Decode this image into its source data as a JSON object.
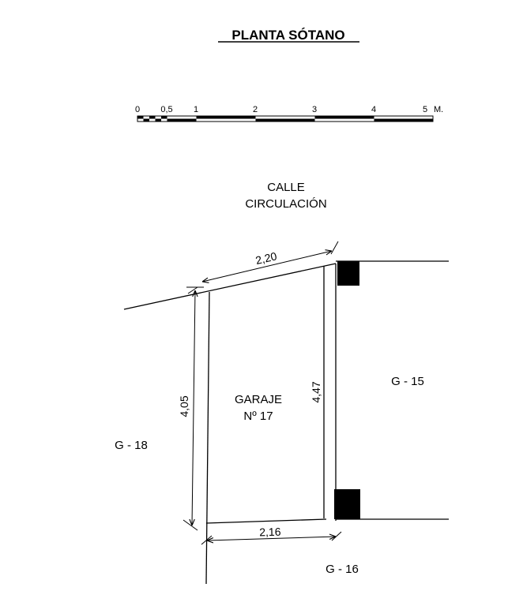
{
  "title": "PLANTA SÓTANO",
  "scale_bar": {
    "ticks": [
      "0",
      "0,5",
      "1",
      "2",
      "3",
      "4",
      "5"
    ],
    "unit": "M."
  },
  "street": {
    "line1": "CALLE",
    "line2": "CIRCULACIÓN"
  },
  "garage": {
    "line1": "GARAJE",
    "line2": "Nº 17"
  },
  "dimensions": {
    "top": "2,20",
    "left": "4,05",
    "right": "4,47",
    "bottom": "2,16"
  },
  "neighbors": {
    "east": "G - 15",
    "west": "G - 18",
    "south": "G - 16"
  }
}
